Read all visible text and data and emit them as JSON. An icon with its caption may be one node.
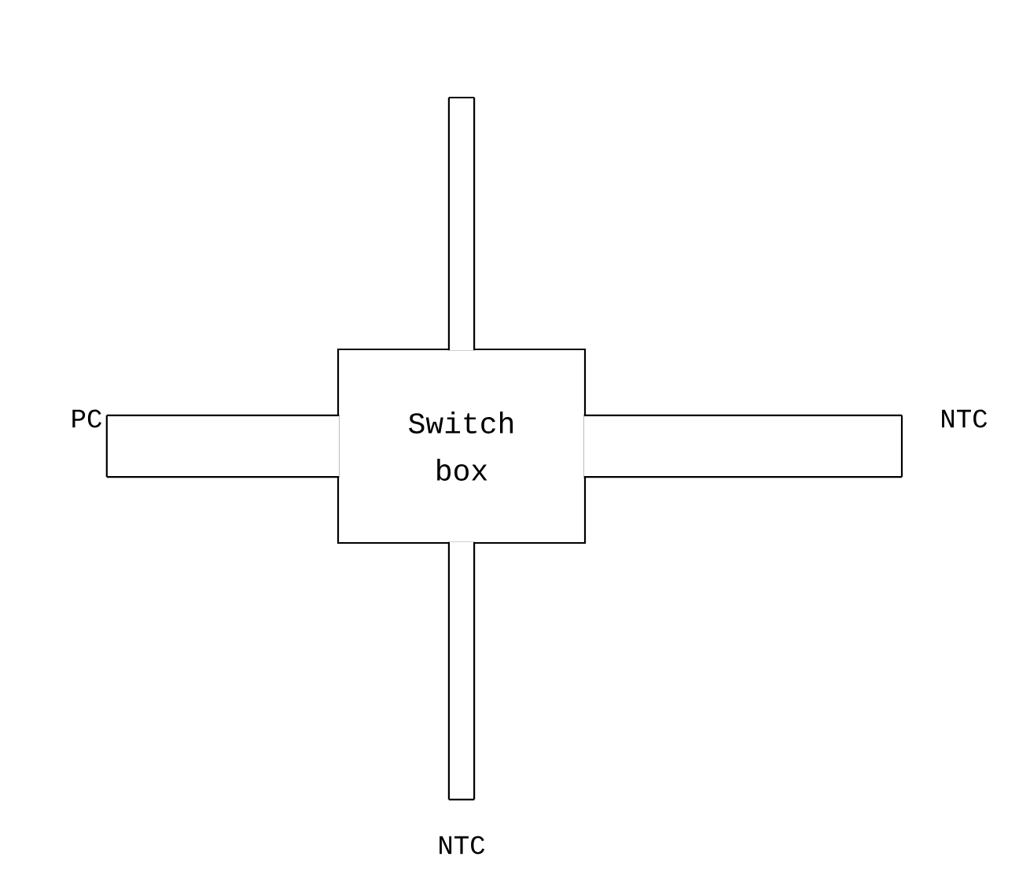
{
  "diagram": {
    "nodes": [
      {
        "text": [
          "Switch box"
        ]
      },
      {
        "text": [
          "PC"
        ]
      },
      {
        "text": [
          "NTC"
        ]
      },
      {
        "text": [
          "NTC"
        ]
      }
    ],
    "edges": [
      {
        "from": 0,
        "to": null,
        "arrow": "none"
      },
      {
        "from": 0,
        "to": 1,
        "arrow": "none",
        "style": "thick"
      },
      {
        "from": 0,
        "to": 2,
        "arrow": "none",
        "style": "thick"
      },
      {
        "from": 0,
        "to": 3,
        "arrow": "none"
      }
    ]
  }
}
